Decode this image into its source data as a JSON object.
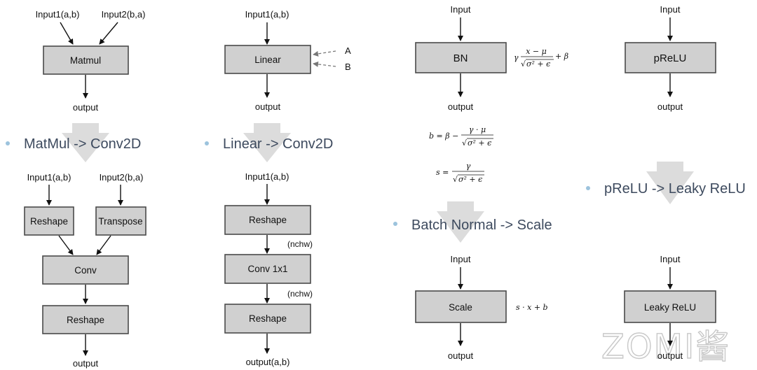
{
  "panel_matmul": {
    "before": {
      "input1": "Input1(a,b)",
      "input2": "Input2(b,a)",
      "op": "Matmul",
      "output": "output"
    },
    "caption": "MatMul -> Conv2D",
    "after": {
      "input1": "Input1(a,b)",
      "input2": "Input2(b,a)",
      "reshape": "Reshape",
      "transpose": "Transpose",
      "conv": "Conv",
      "reshape2": "Reshape",
      "output": "output"
    }
  },
  "panel_linear": {
    "before": {
      "input": "Input1(a,b)",
      "op": "Linear",
      "param_a": "A",
      "param_b": "B",
      "output": "output"
    },
    "caption": "Linear -> Conv2D",
    "after": {
      "input": "Input1(a,b)",
      "reshape": "Reshape",
      "layout1": "(nchw)",
      "conv": "Conv 1x1",
      "layout2": "(nchw)",
      "reshape2": "Reshape",
      "output": "output(a,b)"
    }
  },
  "panel_bn": {
    "before": {
      "input": "Input",
      "op": "BN",
      "output": "output"
    },
    "caption": "Batch Normal -> Scale",
    "after": {
      "input": "Input",
      "op": "Scale",
      "output": "output"
    }
  },
  "panel_prelu": {
    "before": {
      "input": "Input",
      "op": "pReLU",
      "output": "output"
    },
    "caption": "pReLU -> Leaky ReLU",
    "after": {
      "input": "Input",
      "op": "Leaky ReLU",
      "output": "output"
    }
  },
  "watermark": "ZOMI酱",
  "colors": {
    "box_fill": "#d0d0d0",
    "caption": "#3d4a5e",
    "bullet": "#9cc3dd",
    "big_arrow": "#dcdcdc"
  }
}
